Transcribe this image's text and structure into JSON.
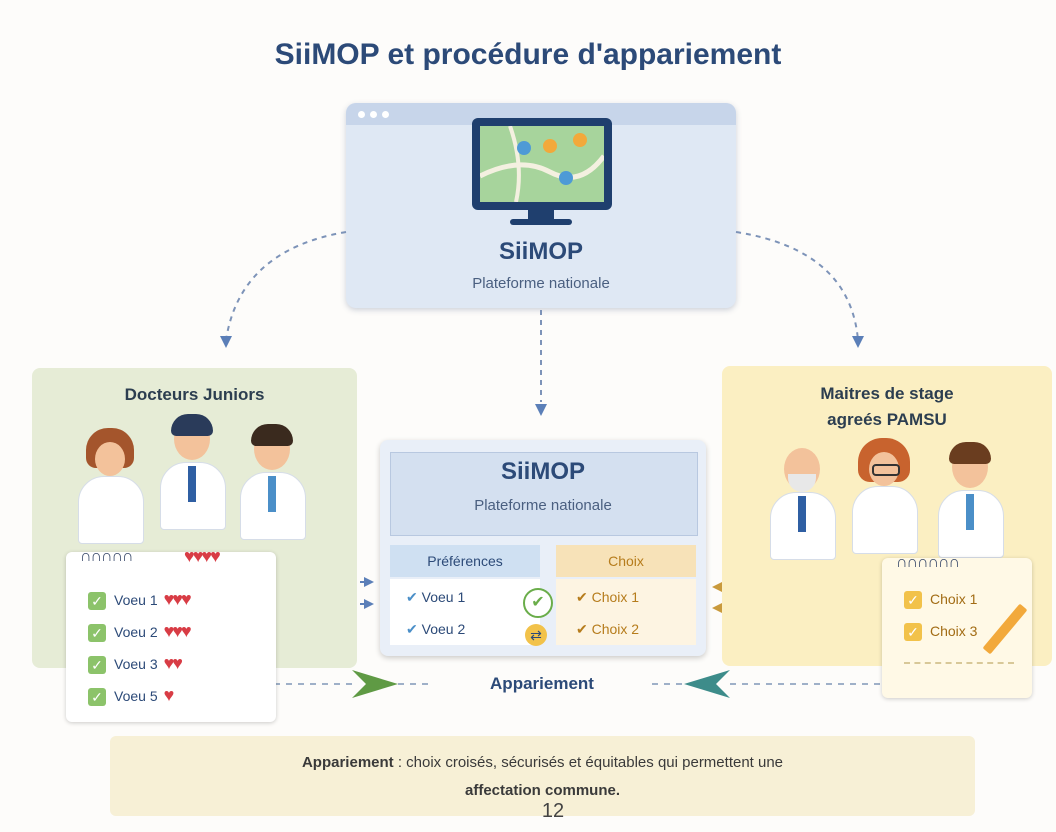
{
  "title": "SiiMOP et procédure d'appariement",
  "platform": {
    "name": "SiiMOP",
    "subtitle": "Plateforme nationale"
  },
  "left_panel": {
    "title": "Docteurs Juniors",
    "wishes": [
      {
        "label": "Voeu 1",
        "hearts": "♥♥♥"
      },
      {
        "label": "Voeu 2",
        "hearts": "♥♥♥"
      },
      {
        "label": "Voeu 3",
        "hearts": "♥♥"
      },
      {
        "label": "Voeu 5",
        "hearts": "♥"
      }
    ],
    "top_hearts": "♥♥♥♥"
  },
  "right_panel": {
    "title_line1": "Maitres de stage",
    "title_line2": "agreés PAMSU",
    "choices": [
      "Choix 1",
      "Choix 3"
    ]
  },
  "center": {
    "name": "SiiMOP",
    "subtitle": "Plateforme nationale",
    "preferences_header": "Préférences",
    "choices_header": "Choix",
    "preferences": [
      "Voeu 1",
      "Voeu 2"
    ],
    "choices": [
      "Choix 1",
      "Choix 2"
    ]
  },
  "appariement_label": "Appariement",
  "footer": {
    "bold": "Appariement",
    "text": " : choix croisés, sécurisés et équitables qui permettent une",
    "line2": "affectation commune."
  },
  "page_number": "12",
  "colors": {
    "navy": "#2c4a78",
    "green": "#8cc36a",
    "gold": "#f2c24a",
    "heart": "#d83c45"
  }
}
